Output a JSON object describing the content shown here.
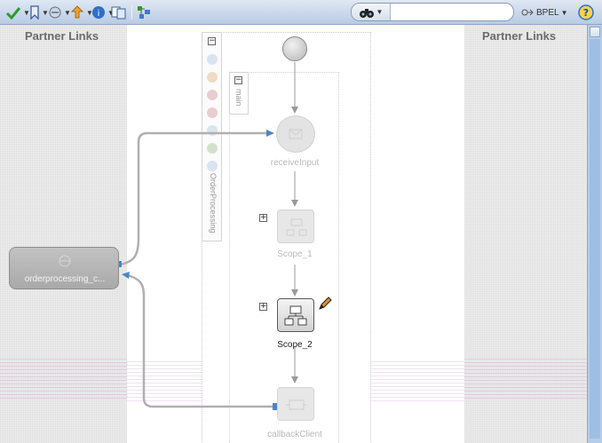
{
  "toolbar": {
    "search": {
      "placeholder": "",
      "value": ""
    },
    "bpel_label": "BPEL"
  },
  "lanes": {
    "left_title": "Partner Links",
    "right_title": "Partner Links"
  },
  "process": {
    "name": "OrderProcessing",
    "sequence_label": "main"
  },
  "activities": [
    {
      "name": "receiveInput",
      "type": "receive"
    },
    {
      "name": "Scope_1",
      "type": "scope"
    },
    {
      "name": "Scope_2",
      "type": "scope"
    },
    {
      "name": "callbackClient",
      "type": "invoke"
    }
  ],
  "partner_link": {
    "label": "orderprocessing_c..."
  },
  "colors": {
    "toolbar_bg": "#c9d8ec",
    "connector": "#a9a9a9",
    "connector_end": "#4a86c8",
    "accent_check": "#2e9b2e"
  }
}
